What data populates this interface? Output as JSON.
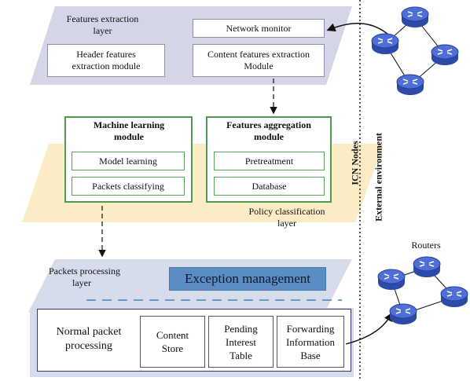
{
  "colors": {
    "top_layer": "#d4d6e8",
    "middle_layer": "#fbecc6",
    "bottom_layer": "#d6dcec",
    "module_border": "#4f9a4f",
    "exception_fill": "#5b8cc4",
    "router_fill": "#3f5fc8"
  },
  "features_layer": {
    "title_line1": "Features extraction",
    "title_line2": "layer",
    "network_monitor": "Network monitor",
    "header_module_line1": "Header features",
    "header_module_line2": "extraction module",
    "content_module_line1": "Content features extraction",
    "content_module_line2": "Module"
  },
  "ml_module": {
    "title_line1": "Machine learning",
    "title_line2": "module",
    "items": [
      "Model learning",
      "Packets classifying"
    ]
  },
  "aggregation_module": {
    "title_line1": "Features aggregation",
    "title_line2": "module",
    "items": [
      "Pretreatment",
      "Database"
    ]
  },
  "policy_layer": {
    "line1": "Policy classification",
    "line2": "layer"
  },
  "side_labels": {
    "icn_nodes": "ICN Nodes",
    "external_environment": "External environment"
  },
  "processing_layer": {
    "title_line1": "Packets  processing",
    "title_line2": "layer",
    "exception": "Exception management",
    "normal_line1": "Normal packet",
    "normal_line2": "processing",
    "content_store_line1": "Content",
    "content_store_line2": "Store",
    "pit_line1": "Pending",
    "pit_line2": "Interest",
    "pit_line3": "Table",
    "fib_line1": "Forwarding",
    "fib_line2": "Information",
    "fib_line3": "Base"
  },
  "routers_label": "Routers",
  "icons": [
    "router-icon"
  ]
}
